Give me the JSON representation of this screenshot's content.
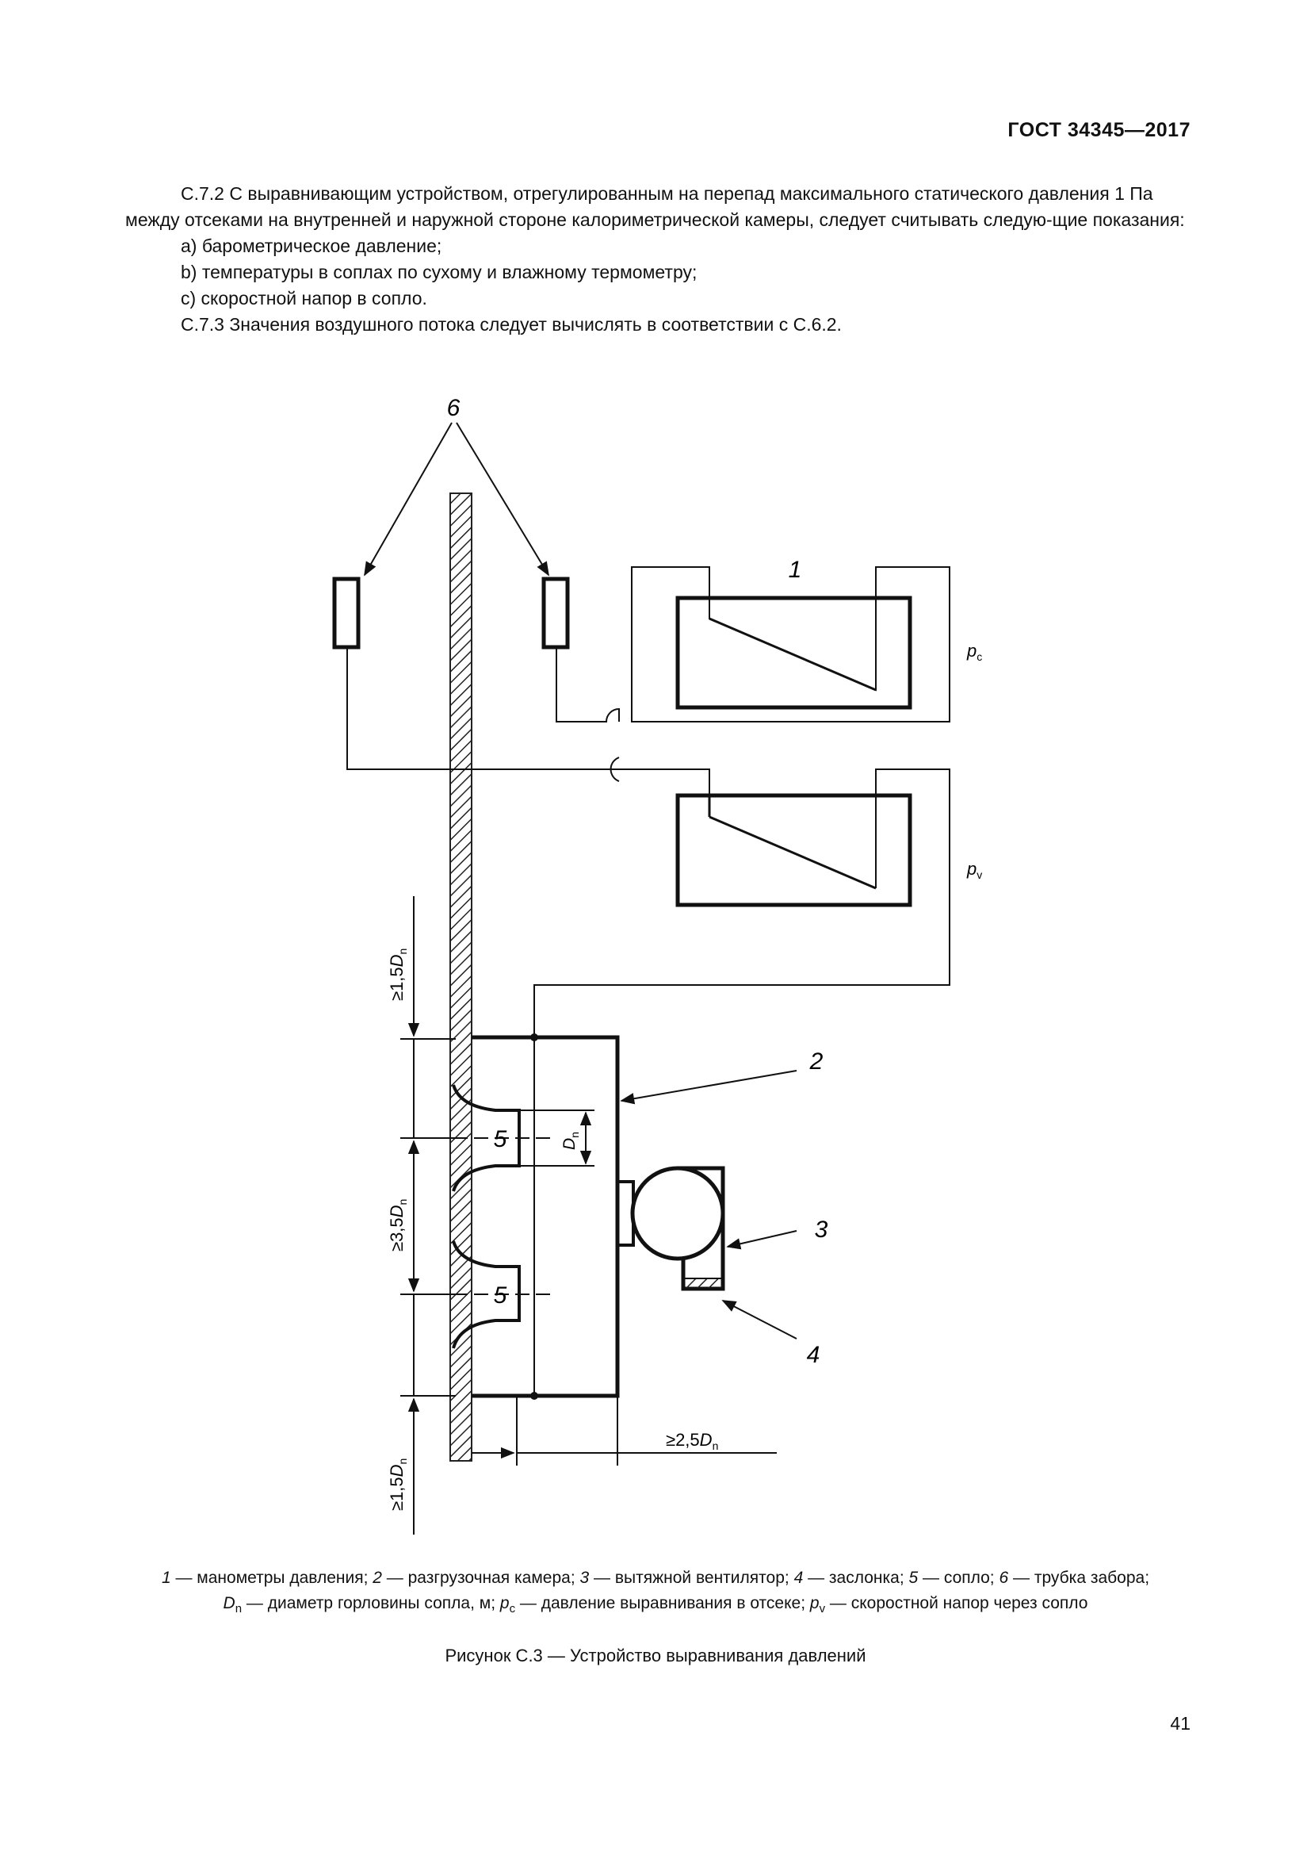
{
  "header": {
    "standard": "ГОСТ 34345—2017"
  },
  "body": {
    "para_1": "С.7.2 С выравнивающим устройством, отрегулированным на перепад максимального статического давления 1 Па между отсеками на внутренней и наружной стороне калориметрической камеры, следует считывать следую-щие показания:",
    "item_a": "a) барометрическое давление;",
    "item_b": "b) температуры в соплах по сухому и влажному термометру;",
    "item_c": "c) скоростной напор в сопло.",
    "para_2": "С.7.3 Значения воздушного потока следует вычислять в соответствии с С.6.2."
  },
  "figure": {
    "callouts": {
      "c1": "1",
      "c2": "2",
      "c3": "3",
      "c4": "4",
      "c5": "5",
      "c6": "6"
    },
    "pressure_labels": {
      "pc_main": "p",
      "pc_sub": "c",
      "pv_main": "p",
      "pv_sub": "v"
    },
    "dimensions": {
      "top_prefix": "≥1,5",
      "top_sym": "D",
      "top_sub": "n",
      "mid_prefix": "≥3,5",
      "mid_sym": "D",
      "mid_sub": "n",
      "bottom_prefix": "≥1,5",
      "bottom_sym": "D",
      "bottom_sub": "n",
      "right_prefix": "≥2,5",
      "right_sym": "D",
      "right_sub": "n",
      "nozzle_sym": "D",
      "nozzle_sub": "n"
    }
  },
  "legend": {
    "n1": "1",
    "t1": " — манометры давления; ",
    "n2": "2",
    "t2": " — разгрузочная камера; ",
    "n3": "3",
    "t3": " — вытяжной вентилятор; ",
    "n4": "4",
    "t4": " — заслонка; ",
    "n5": "5",
    "t5": " — сопло; ",
    "n6": "6",
    "t6": " — трубка забора;",
    "dn_sym": "D",
    "dn_sub": "n",
    "dn_text": " — диаметр горловины сопла, м; ",
    "pc_sym": "p",
    "pc_sub": "c",
    "pc_text": " — давление выравнивания в отсеке; ",
    "pv_sym": "p",
    "pv_sub": "v",
    "pv_text": " — скоростной напор через сопло"
  },
  "caption": "Рисунок С.3 — Устройство выравнивания давлений",
  "page_number": "41"
}
